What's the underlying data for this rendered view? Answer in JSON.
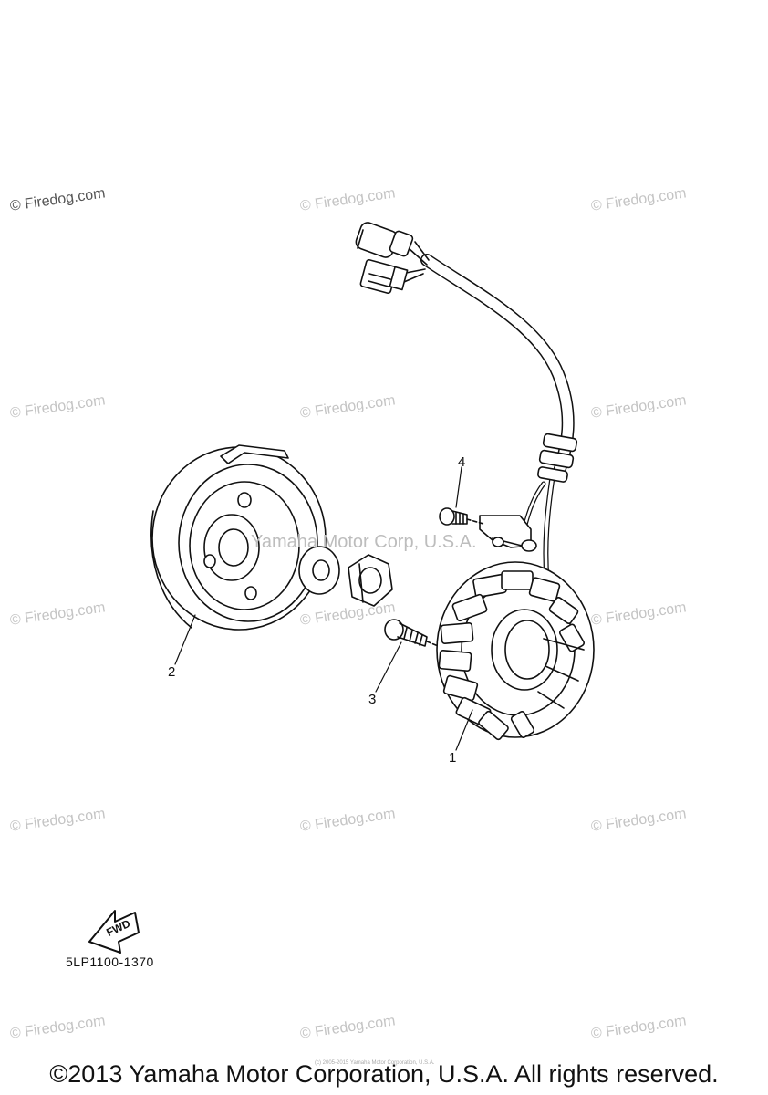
{
  "watermarks": [
    "© Firedog.com",
    "© Firedog.com",
    "© Firedog.com",
    "© Firedog.com",
    "© Firedog.com",
    "© Firedog.com",
    "© Firedog.com",
    "© Firedog.com",
    "© Firedog.com",
    "© Firedog.com",
    "© Firedog.com",
    "© Firedog.com",
    "© Firedog.com",
    "© Firedog.com",
    "© Firedog.com"
  ],
  "center_watermark": "Yamaha Motor Corp, U.S.A.",
  "tiny_note": "(c) 2005-2015 Yamaha Motor Corporation, U.S.A.",
  "callouts": {
    "one": "1",
    "two": "2",
    "three": "3",
    "four": "4"
  },
  "fwd_label": "FWD",
  "part_code": "5LP1100-1370",
  "footer": "©2013 Yamaha Motor Corporation, U.S.A. All rights reserved."
}
